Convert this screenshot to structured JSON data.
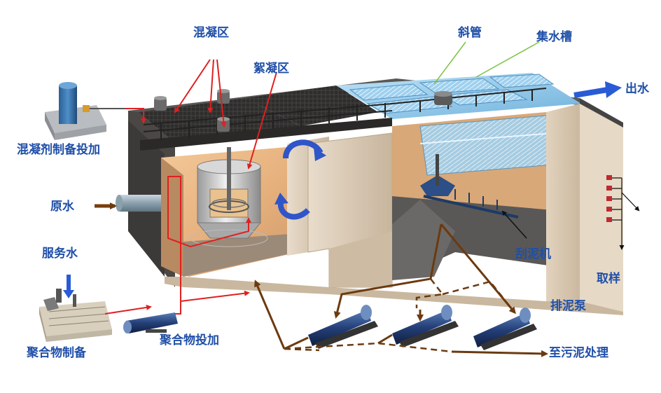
{
  "labels": {
    "coagulation_zone": "混凝区",
    "flocculation_zone": "絮凝区",
    "inclined_tubes": "斜管",
    "collection_trough": "集水槽",
    "outlet_water": "出水",
    "coagulant_prep": "混凝剂制备投加",
    "raw_water": "原水",
    "service_water": "服务水",
    "polymer_prep": "聚合物制备",
    "polymer_dosing": "聚合物投加",
    "scraper": "刮泥机",
    "sampling": "取样",
    "sludge_pump": "排泥泵",
    "to_sludge_treatment": "至污泥处理"
  },
  "colors": {
    "label_text": "#1f4fa8",
    "dosing_line": "#e02020",
    "sludge_line": "#6b3a10",
    "outlet_arrow": "#2a5bd7",
    "rotation_arrow": "#2f55c8",
    "pointer_green": "#7cc243",
    "tank_wall": "#d8c9b4",
    "tank_dark": "#3c3a38",
    "water_blue": "#8fc7ea"
  }
}
